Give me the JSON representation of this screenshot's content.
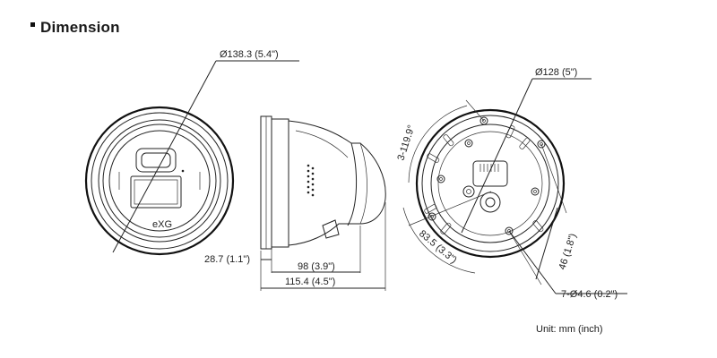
{
  "header": {
    "title": "Dimension"
  },
  "front_view": {
    "diameter_label": "Ø138.3 (5.4\")",
    "logo_text": "eXG"
  },
  "side_view": {
    "height_label": "28.7 (1.1\")",
    "depth_label": "98 (3.9\")",
    "total_depth_label": "115.4 (4.5\")"
  },
  "base_view": {
    "diameter_label": "Ø128 (5\")",
    "angle_label": "3-119.9°",
    "circle_label": "83.5 (3.3\")",
    "spacing_label": "46 (1.8\")",
    "holes_label": "7-Ø4.6 (0.2\")"
  },
  "footer": {
    "unit_note": "Unit: mm (inch)"
  },
  "colors": {
    "line": "#222222",
    "background": "#ffffff"
  }
}
